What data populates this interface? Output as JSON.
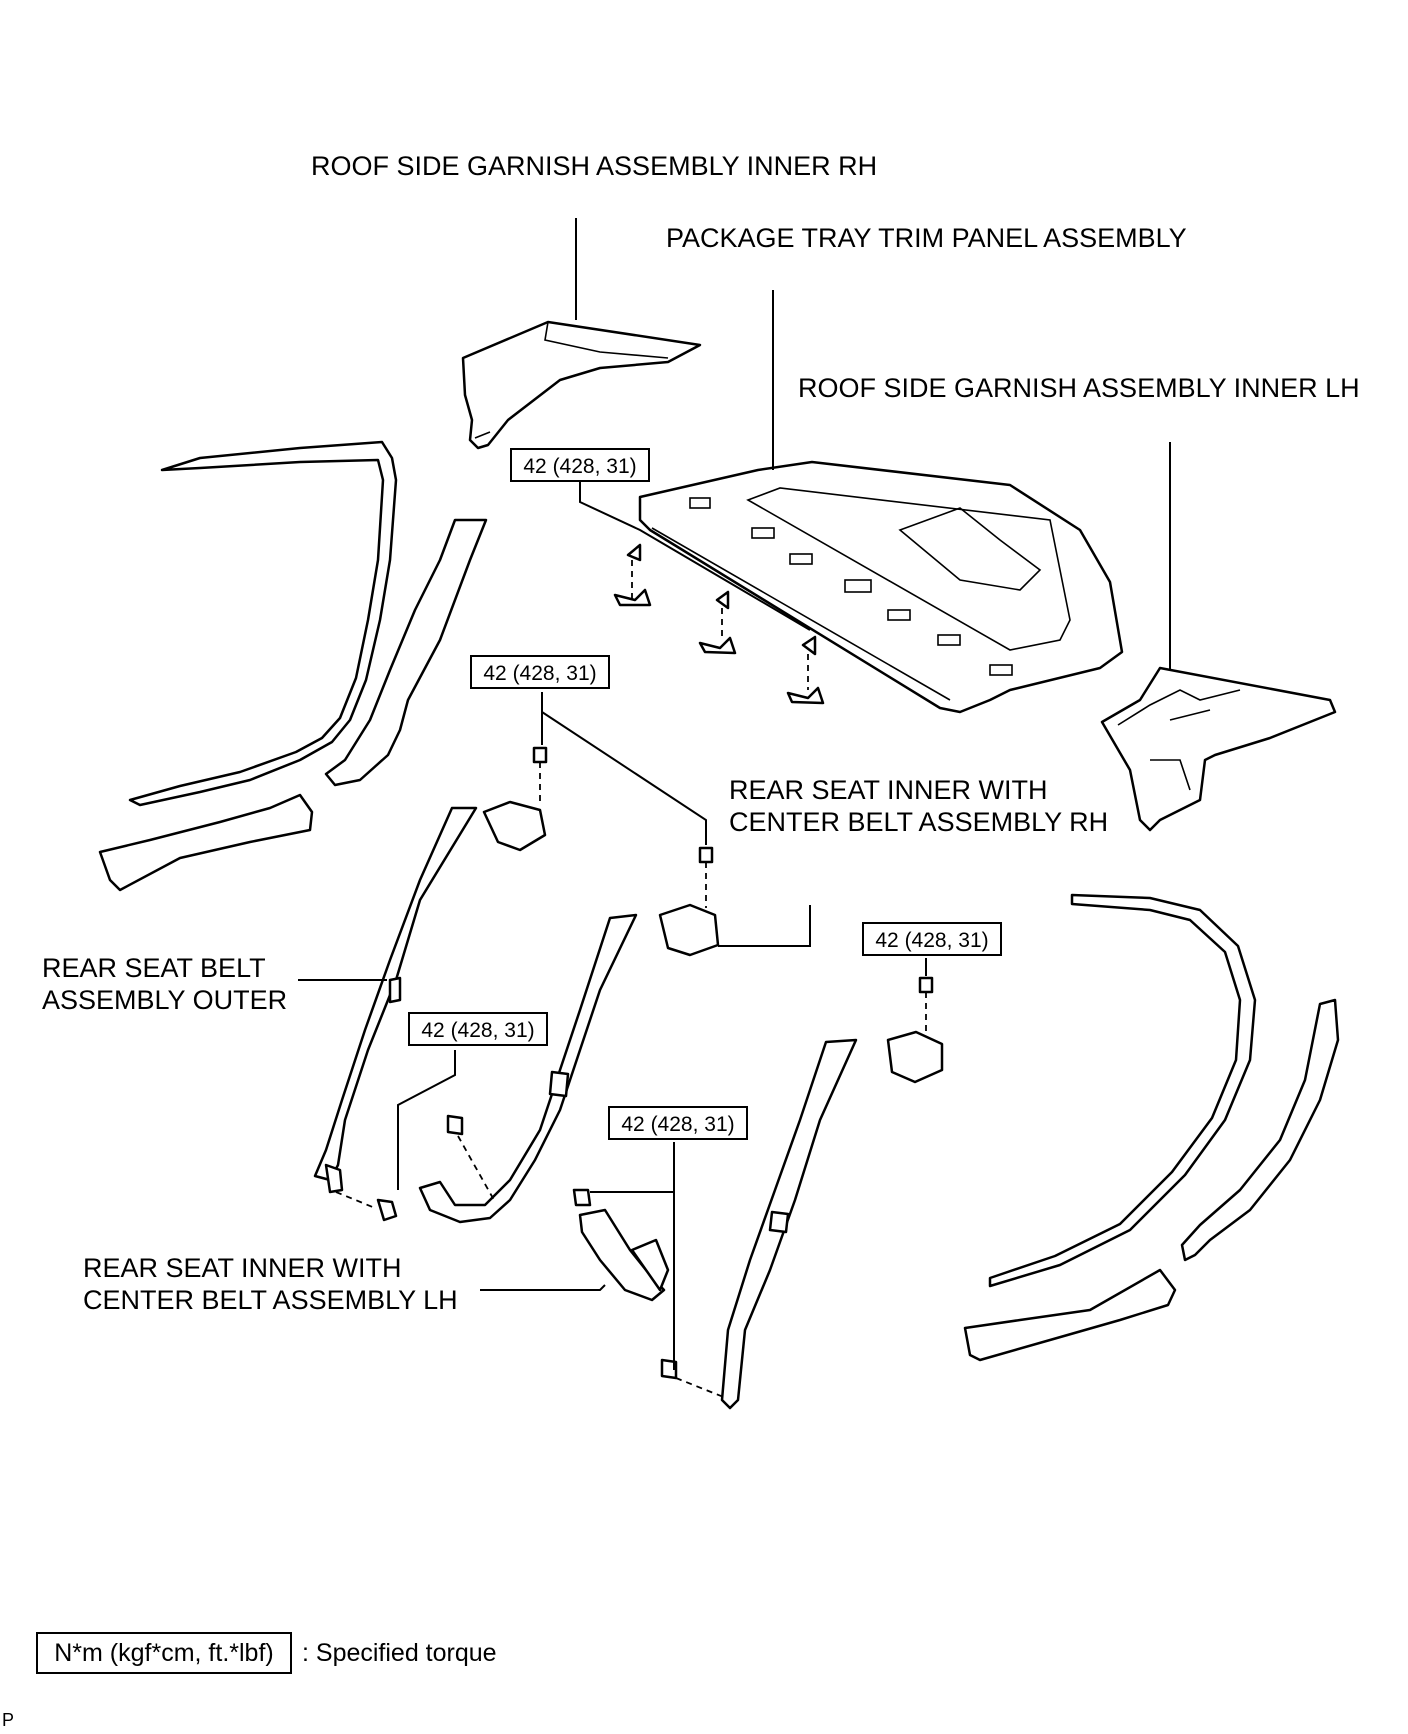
{
  "labels": {
    "roof_rh": "ROOF SIDE GARNISH ASSEMBLY INNER RH",
    "package_tray": "PACKAGE TRAY TRIM PANEL ASSEMBLY",
    "roof_lh": "ROOF SIDE GARNISH ASSEMBLY INNER LH",
    "center_rh_line1": "REAR SEAT INNER WITH",
    "center_rh_line2": "CENTER BELT ASSEMBLY RH",
    "outer_line1": "REAR SEAT BELT",
    "outer_line2": "ASSEMBLY OUTER",
    "center_lh_line1": "REAR SEAT INNER WITH",
    "center_lh_line2": "CENTER BELT ASSEMBLY LH"
  },
  "torque": {
    "t1": "42 (428, 31)",
    "t2": "42 (428, 31)",
    "t3": "42 (428, 31)",
    "t4": "42 (428, 31)",
    "t5": "42 (428, 31)"
  },
  "legend": {
    "unit": "N*m (kgf*cm, ft.*lbf)",
    "text": ": Specified torque"
  },
  "corner_mark": "P"
}
